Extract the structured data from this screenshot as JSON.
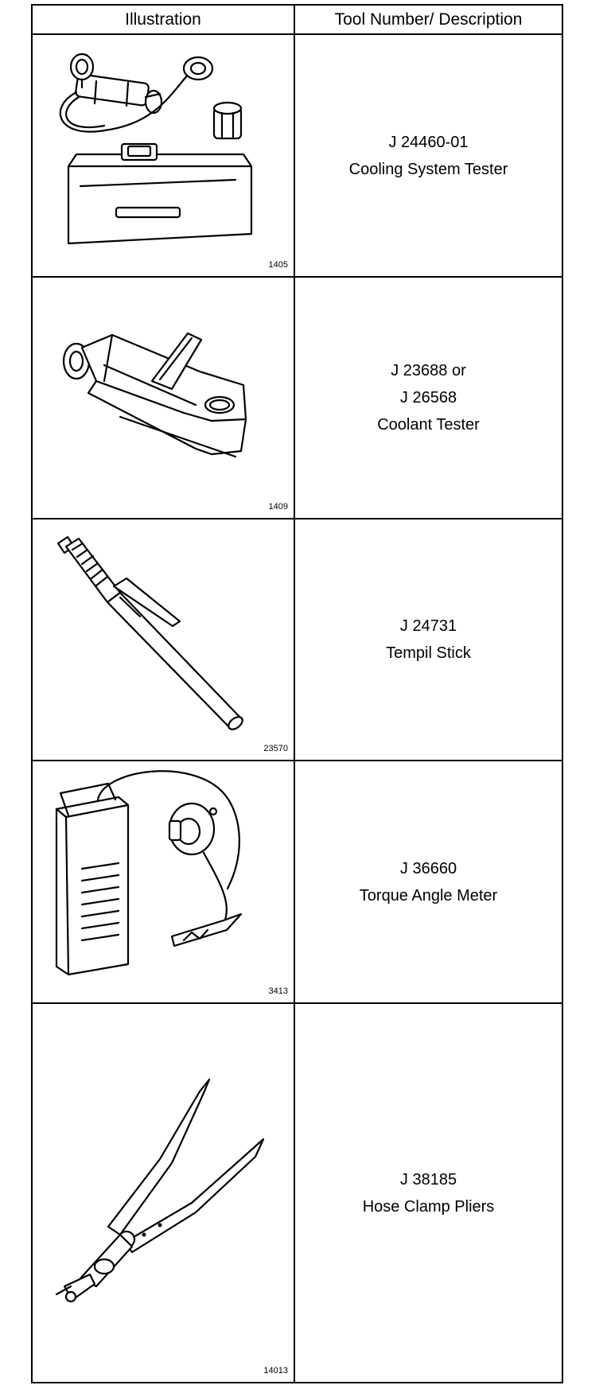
{
  "table": {
    "header_illustration": "Illustration",
    "header_tool": "Tool Number/ Description"
  },
  "rows": [
    {
      "figure_number": "1405",
      "lines": [
        "J 24460-01",
        "Cooling System Tester"
      ],
      "illustration_icon": "cooling-system-tester-icon"
    },
    {
      "figure_number": "1409",
      "lines": [
        "J 23688 or",
        "J 26568",
        "Coolant Tester"
      ],
      "illustration_icon": "coolant-tester-icon"
    },
    {
      "figure_number": "23570",
      "lines": [
        "J 24731",
        "Tempil Stick"
      ],
      "illustration_icon": "tempil-stick-icon"
    },
    {
      "figure_number": "3413",
      "lines": [
        "J 36660",
        "Torque Angle Meter"
      ],
      "illustration_icon": "torque-angle-meter-icon"
    },
    {
      "figure_number": "14013",
      "lines": [
        "J 38185",
        "Hose Clamp Pliers"
      ],
      "illustration_icon": "hose-clamp-pliers-icon"
    }
  ]
}
